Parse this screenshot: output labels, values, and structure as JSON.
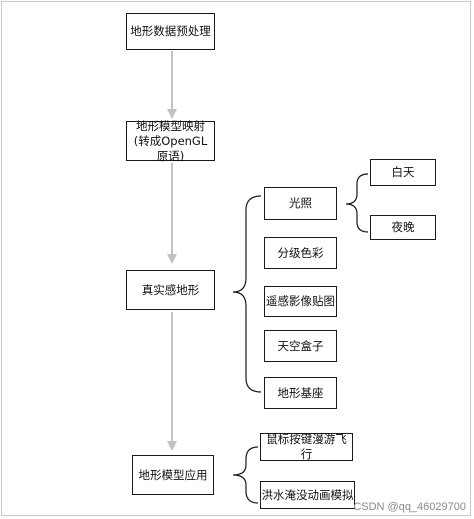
{
  "diagram": {
    "nodes": {
      "preprocess": "地形数据预处理",
      "mapping": "地形模型映射(转成OpenGL原语)",
      "realism": "真实感地形",
      "application": "地形模型应用",
      "lighting": "光照",
      "graded_color": "分级色彩",
      "remote_sensing": "遥感影像贴图",
      "skybox": "天空盒子",
      "terrain_base": "地形基座",
      "daytime": "白天",
      "night": "夜晚",
      "mouse_roam": "鼠标按键漫游飞行",
      "flood_animation": "洪水淹没动画模拟"
    },
    "colors": {
      "arrow": "#c2c2c2",
      "border": "#1a1a1a",
      "brace": "#1a1a1a"
    }
  },
  "watermark": "CSDN @qq_46029700"
}
